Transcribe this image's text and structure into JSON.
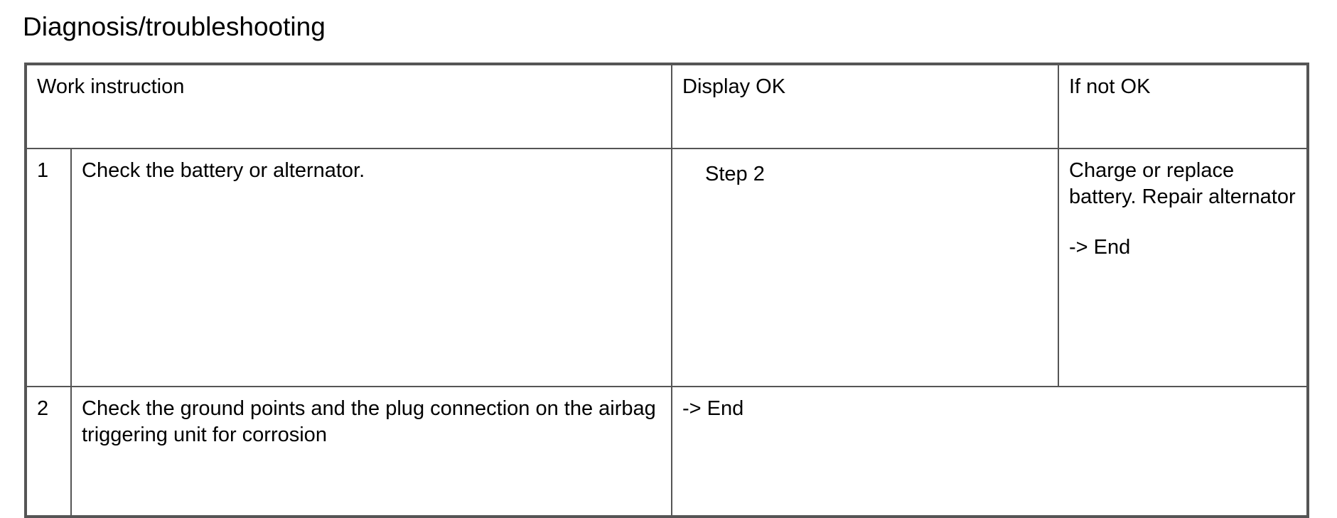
{
  "title": "Diagnosis/troubleshooting",
  "colors": {
    "border": "#555555",
    "text": "#000000",
    "background": "#ffffff"
  },
  "table": {
    "headers": {
      "work_instruction": "Work instruction",
      "display_ok": "Display OK",
      "if_not_ok": "If not OK"
    },
    "rows": [
      {
        "number": "1",
        "work_instruction": "Check the battery or alternator.",
        "display_ok": "Step 2",
        "if_not_ok_line1": "Charge or replace battery. Repair alternator",
        "if_not_ok_line2": "-> End"
      },
      {
        "number": "2",
        "work_instruction": "Check the ground points and the plug connection on the airbag triggering unit for corrosion",
        "display_ok": "-> End"
      }
    ]
  }
}
